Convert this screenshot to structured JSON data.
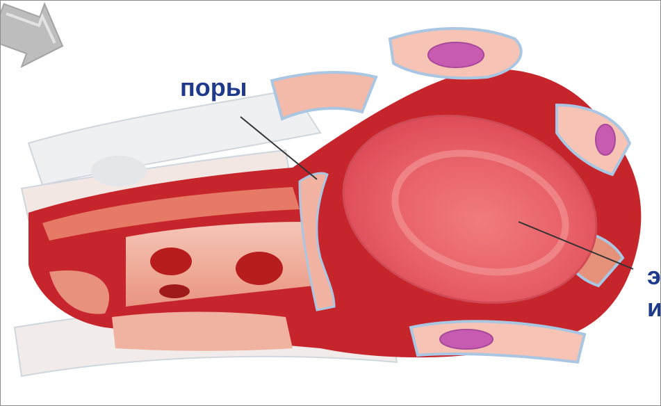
{
  "labels": {
    "pores": "поры",
    "erythrocyte_line1": "э",
    "erythrocyte_line2": "и"
  },
  "colors": {
    "label_text": "#1f3a8a",
    "tissue_light": "#f2b3a3",
    "tissue_mid": "#e06b57",
    "tissue_dark": "#b81d1d",
    "membrane": "#a9c6e2",
    "nucleus": "#c75bb1",
    "arrow": "#b7b7b7"
  },
  "icons": [
    "navigation-arrow-icon"
  ]
}
